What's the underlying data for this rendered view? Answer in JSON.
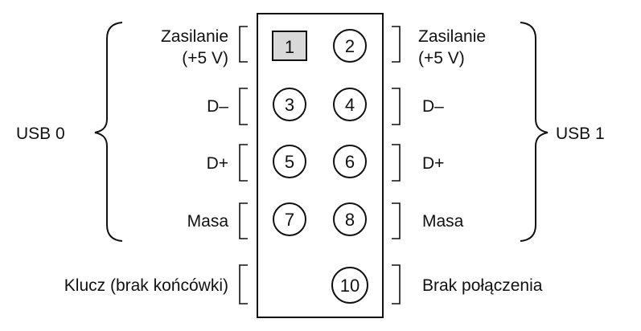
{
  "groups": {
    "left": "USB 0",
    "right": "USB 1"
  },
  "pins": [
    {
      "number": "1",
      "shape": "square"
    },
    {
      "number": "2",
      "shape": "circle"
    },
    {
      "number": "3",
      "shape": "circle"
    },
    {
      "number": "4",
      "shape": "circle"
    },
    {
      "number": "5",
      "shape": "circle"
    },
    {
      "number": "6",
      "shape": "circle"
    },
    {
      "number": "7",
      "shape": "circle"
    },
    {
      "number": "8",
      "shape": "circle"
    },
    {
      "number": "10",
      "shape": "circle"
    }
  ],
  "rows": [
    {
      "left": [
        "Zasilanie",
        "(+5 V)"
      ],
      "right": [
        "Zasilanie",
        "(+5 V)"
      ]
    },
    {
      "left": [
        "D–"
      ],
      "right": [
        "D–"
      ]
    },
    {
      "left": [
        "D+"
      ],
      "right": [
        "D+"
      ]
    },
    {
      "left": [
        "Masa"
      ],
      "right": [
        "Masa"
      ]
    },
    {
      "left": [
        "Klucz (brak końcówki)"
      ],
      "right": [
        "Brak połączenia"
      ]
    }
  ],
  "colors": {
    "ink": "#111111",
    "pin1_fill": "#d9d9d9",
    "background": "#ffffff"
  }
}
